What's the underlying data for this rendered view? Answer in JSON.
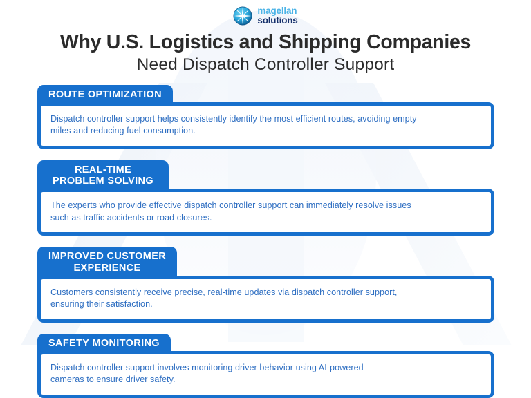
{
  "brand": {
    "logo_icon": "compass-rose-icon",
    "name_line1": "magellan",
    "name_line2": "solutions",
    "color_cyan": "#4cb4e7",
    "color_navy": "#16306b"
  },
  "title": {
    "line1": "Why U.S. Logistics and Shipping Companies",
    "line2": "Need Dispatch Controller Support"
  },
  "theme": {
    "card_blue": "#1770cd",
    "body_text_blue": "#2f6fc2",
    "title_color": "#2b2b2b",
    "page_background": "#ffffff"
  },
  "cards": [
    {
      "heading_line1": "ROUTE OPTIMIZATION",
      "heading_line2": "",
      "heading_align": "left",
      "body": "Dispatch controller support helps consistently identify the most efficient routes, avoiding empty\nmiles and reducing fuel consumption."
    },
    {
      "heading_line1": "REAL-TIME",
      "heading_line2": "PROBLEM SOLVING",
      "heading_align": "center",
      "body": "The experts who provide effective dispatch controller support can immediately resolve issues\nsuch as traffic accidents or road closures."
    },
    {
      "heading_line1": "IMPROVED CUSTOMER",
      "heading_line2": "EXPERIENCE",
      "heading_align": "center",
      "body": "Customers consistently receive precise, real-time updates via dispatch controller support,\nensuring their satisfaction."
    },
    {
      "heading_line1": "SAFETY MONITORING",
      "heading_line2": "",
      "heading_align": "left",
      "body": "Dispatch controller support involves monitoring driver behavior using AI-powered\ncameras to ensure driver safety."
    }
  ]
}
